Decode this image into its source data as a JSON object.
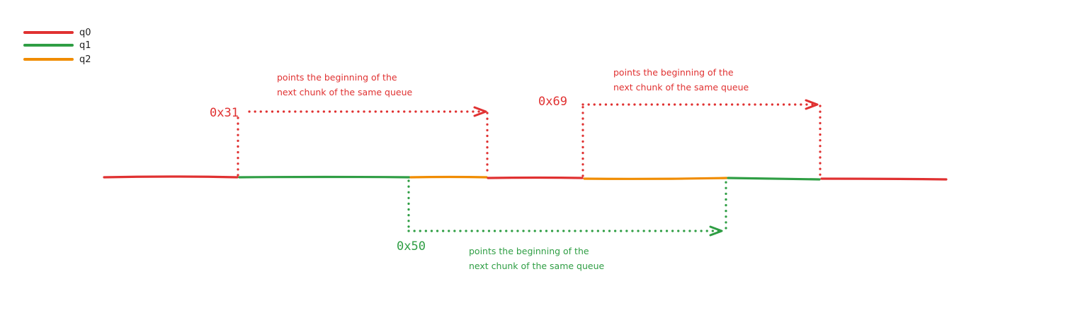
{
  "colors": {
    "q0": "#e03131",
    "q1": "#2f9e44",
    "q2": "#f08c00"
  },
  "legend": [
    {
      "label": "q0",
      "color": "#e03131"
    },
    {
      "label": "q1",
      "color": "#2f9e44"
    },
    {
      "label": "q2",
      "color": "#f08c00"
    }
  ],
  "pointers": [
    {
      "address": "0x31",
      "note_line1": "points the beginning of the",
      "note_line2": "next chunk of the same queue",
      "color": "#e03131"
    },
    {
      "address": "0x69",
      "note_line1": "points the beginning of the",
      "note_line2": "next chunk of the same queue",
      "color": "#e03131"
    },
    {
      "address": "0x50",
      "note_line1": "points the beginning of the",
      "note_line2": "next chunk of the same queue",
      "color": "#2f9e44"
    }
  ]
}
